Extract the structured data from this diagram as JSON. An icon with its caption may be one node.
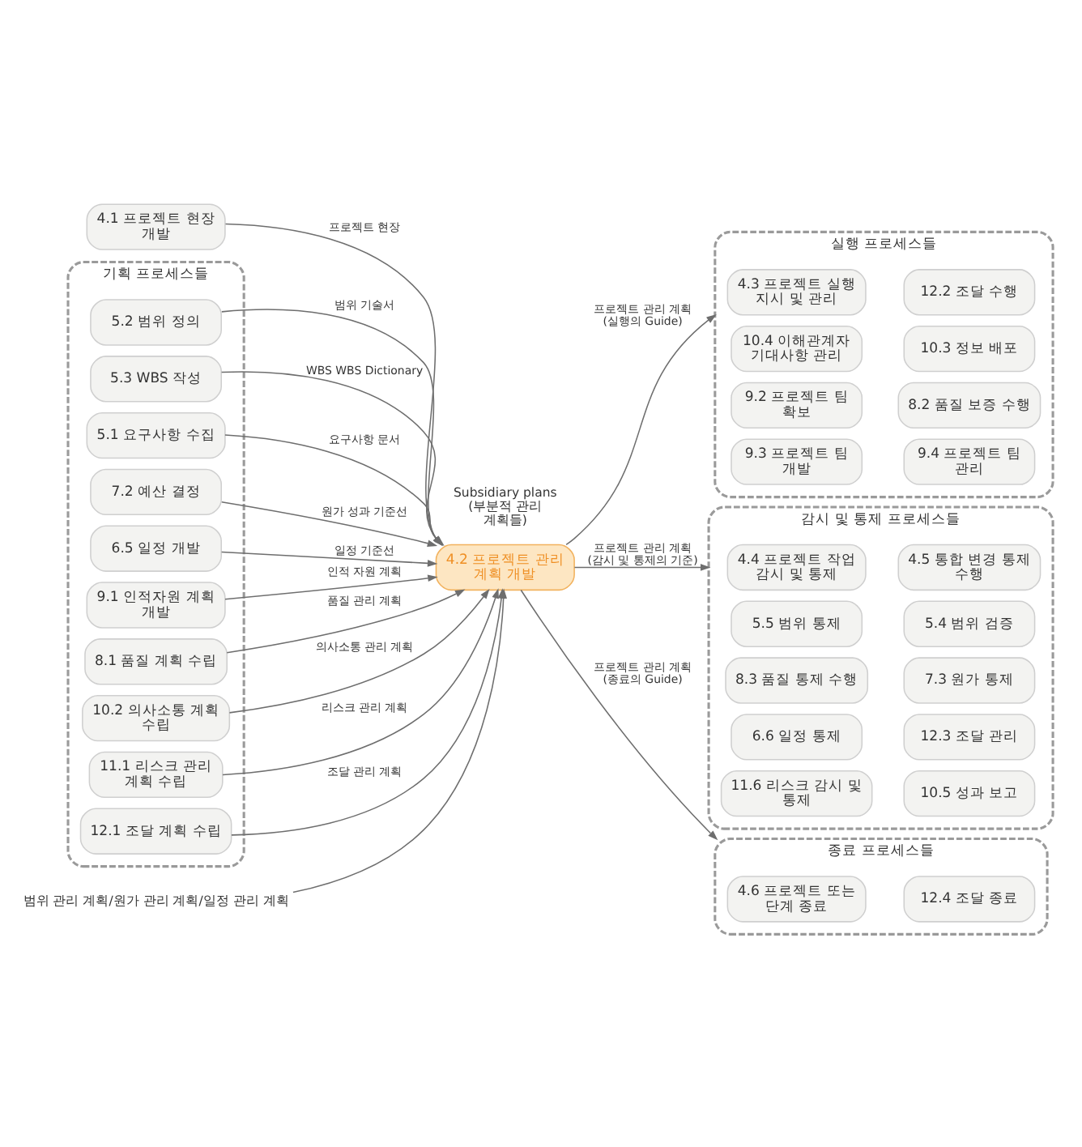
{
  "diagram": {
    "nodes": [
      {
        "text": [
          "4.1 프로젝트 현장 개발"
        ]
      },
      {
        "text": [
          "기획 프로세스들"
        ]
      },
      {
        "text": [
          "5.2 범위 정의"
        ],
        "in": 1
      },
      {
        "text": [
          "5.3 WBS 작성"
        ],
        "in": 1
      },
      {
        "text": [
          "5.1 요구사항 수집"
        ],
        "in": 1
      },
      {
        "text": [
          "7.2 예산 결정"
        ],
        "in": 1
      },
      {
        "text": [
          "6.5 일정 개발"
        ],
        "in": 1
      },
      {
        "text": [
          "9.1 인적자원 계획 개발"
        ],
        "in": 1
      },
      {
        "text": [
          "8.1 품질 계획 수립"
        ],
        "in": 1
      },
      {
        "text": [
          "10.2 의사소통 계획 수립"
        ],
        "in": 1
      },
      {
        "text": [
          "11.1 리스크 관리 계획 수립"
        ],
        "in": 1
      },
      {
        "text": [
          "12.1 조달 계획 수립"
        ],
        "in": 1
      },
      {
        "text": [
          "범위 관리 계획/원가 관리 계획/일정 관리 계획"
        ]
      },
      {
        "text": [
          "4.2 프로젝트 관리 계획 개발"
        ]
      },
      {
        "text": [
          "실행 프로세스들"
        ]
      },
      {
        "text": [
          "4.3 프로젝트 실행 지시 및 관리"
        ],
        "in": 14
      },
      {
        "text": [
          "12.2 조달 수행"
        ],
        "in": 14
      },
      {
        "text": [
          "10.4 이해관계자 기대사항 관리"
        ],
        "in": 14
      },
      {
        "text": [
          "10.3 정보 배포"
        ],
        "in": 14
      },
      {
        "text": [
          "9.2 프로젝트 팀 확보"
        ],
        "in": 14
      },
      {
        "text": [
          "8.2 품질 보증 수행"
        ],
        "in": 14
      },
      {
        "text": [
          "9.3 프로젝트 팀 개발"
        ],
        "in": 14
      },
      {
        "text": [
          "9.4 프로젝트 팀 관리"
        ],
        "in": 14
      },
      {
        "text": [
          "감시 및 통제 프로세스들"
        ]
      },
      {
        "text": [
          "4.4 프로젝트 작업 감시 및 통제"
        ],
        "in": 23
      },
      {
        "text": [
          "4.5 통합 변경 통제 수행"
        ],
        "in": 23
      },
      {
        "text": [
          "5.5 범위 통제"
        ],
        "in": 23
      },
      {
        "text": [
          "5.4 범위 검증"
        ],
        "in": 23
      },
      {
        "text": [
          "8.3 품질 통제 수행"
        ],
        "in": 23
      },
      {
        "text": [
          "7.3 원가 통제"
        ],
        "in": 23
      },
      {
        "text": [
          "6.6 일정 통제"
        ],
        "in": 23
      },
      {
        "text": [
          "12.3 조달 관리"
        ],
        "in": 23
      },
      {
        "text": [
          "11.6 리스크 감시 및 통제"
        ],
        "in": 23
      },
      {
        "text": [
          "10.5 성과 보고"
        ],
        "in": 23
      },
      {
        "text": [
          "종료 프로세스들"
        ]
      },
      {
        "text": [
          "4.6 프로젝트 또는 단계 종료"
        ],
        "in": 34
      },
      {
        "text": [
          "12.4 조달 종료"
        ],
        "in": 34
      }
    ],
    "edges": [
      {
        "from": 0,
        "to": 13,
        "arrow": "to",
        "label": "프로젝트 현장"
      },
      {
        "from": 2,
        "to": 13,
        "arrow": "to",
        "label": "범위 기술서"
      },
      {
        "from": 3,
        "to": 13,
        "arrow": "to",
        "label": "WBS WBS Dictionary"
      },
      {
        "from": 4,
        "to": 13,
        "arrow": "to",
        "label": "요구사항 문서"
      },
      {
        "from": 5,
        "to": 13,
        "arrow": "to",
        "label": "원가 성과 기준선"
      },
      {
        "from": 6,
        "to": 13,
        "arrow": "to",
        "label": "일정 기준선"
      },
      {
        "from": 7,
        "to": 13,
        "arrow": "to",
        "label": "인적 자원 계획"
      },
      {
        "from": 8,
        "to": 13,
        "arrow": "to",
        "label": "품질 관리 계획"
      },
      {
        "from": 9,
        "to": 13,
        "arrow": "to",
        "label": "의사소통 관리 계획"
      },
      {
        "from": 10,
        "to": 13,
        "arrow": "to",
        "label": "리스크 관리 계획"
      },
      {
        "from": 11,
        "to": 13,
        "arrow": "to",
        "label": "조달 관리 계획"
      },
      {
        "from": 12,
        "to": 13,
        "arrow": "to"
      },
      {
        "from": 13,
        "to": 14,
        "arrow": "to",
        "label": "프로젝트 관리 계획 (실행의 Guide)"
      },
      {
        "from": 13,
        "to": 23,
        "arrow": "to",
        "label": "프로젝트 관리 계획 (감시 및 통제의 기준)"
      },
      {
        "from": 13,
        "to": 34,
        "arrow": "to",
        "label": "프로젝트 관리 계획 (종료의 Guide)"
      }
    ],
    "labels": [
      "Subsidiary plans (부분적 관리 계획들)"
    ]
  }
}
